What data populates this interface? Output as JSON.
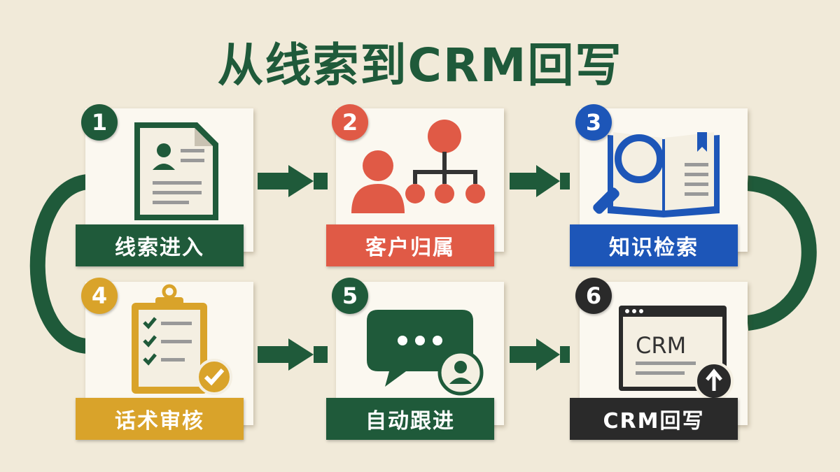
{
  "title": "从线索到CRM回写",
  "colors": {
    "green": "#1f5a3a",
    "red": "#e05a46",
    "blue": "#1d56b8",
    "yellow": "#d9a32a",
    "dark": "#2a2a2a",
    "background": "#f1ead9"
  },
  "steps": [
    {
      "number": "1",
      "label": "线索进入",
      "icon": "lead-document-icon",
      "color": "#1f5a3a"
    },
    {
      "number": "2",
      "label": "客户归属",
      "icon": "customer-hierarchy-icon",
      "color": "#e05a46"
    },
    {
      "number": "3",
      "label": "知识检索",
      "icon": "knowledge-search-icon",
      "color": "#1d56b8"
    },
    {
      "number": "4",
      "label": "话术审核",
      "icon": "checklist-clipboard-icon",
      "color": "#d9a32a"
    },
    {
      "number": "5",
      "label": "自动跟进",
      "icon": "chat-bubble-icon",
      "color": "#1f5a3a"
    },
    {
      "number": "6",
      "label": "CRM回写",
      "icon": "crm-window-upload-icon",
      "color": "#2a2a2a"
    }
  ],
  "crm_window_text": "CRM"
}
